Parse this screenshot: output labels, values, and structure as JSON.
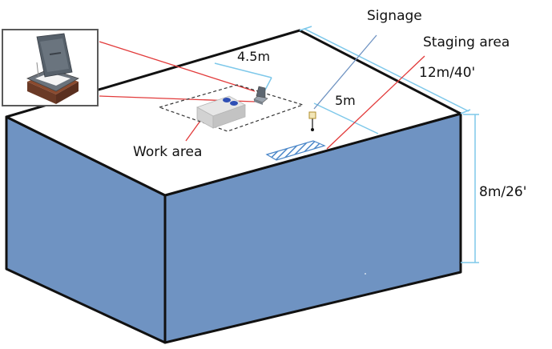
{
  "labels": {
    "signage": "Signage",
    "staging_area": "Staging area",
    "length": "12m/40'",
    "height": "8m/26'",
    "work_area_offset": "4.5m",
    "signage_offset": "5m",
    "work_area": "Work area"
  },
  "colors": {
    "building_side": "#6f93c2",
    "roof": "#ffffff",
    "outline": "#111111",
    "dimension_line": "#7ec8ea",
    "callout_line": "#e23b3b",
    "hatch": "#4a86c8",
    "unit_top": "#e6e6e6",
    "unit_side": "#c9c9c9",
    "hatch_cover": "#59626c",
    "curb_brown": "#6b3a26"
  },
  "icons": {
    "roof_hatch_photo": "roof-hatch-icon",
    "hvac_unit": "hvac-unit-icon",
    "hatch_on_roof": "roof-hatch-small-icon",
    "sign_post": "signage-post-icon"
  }
}
